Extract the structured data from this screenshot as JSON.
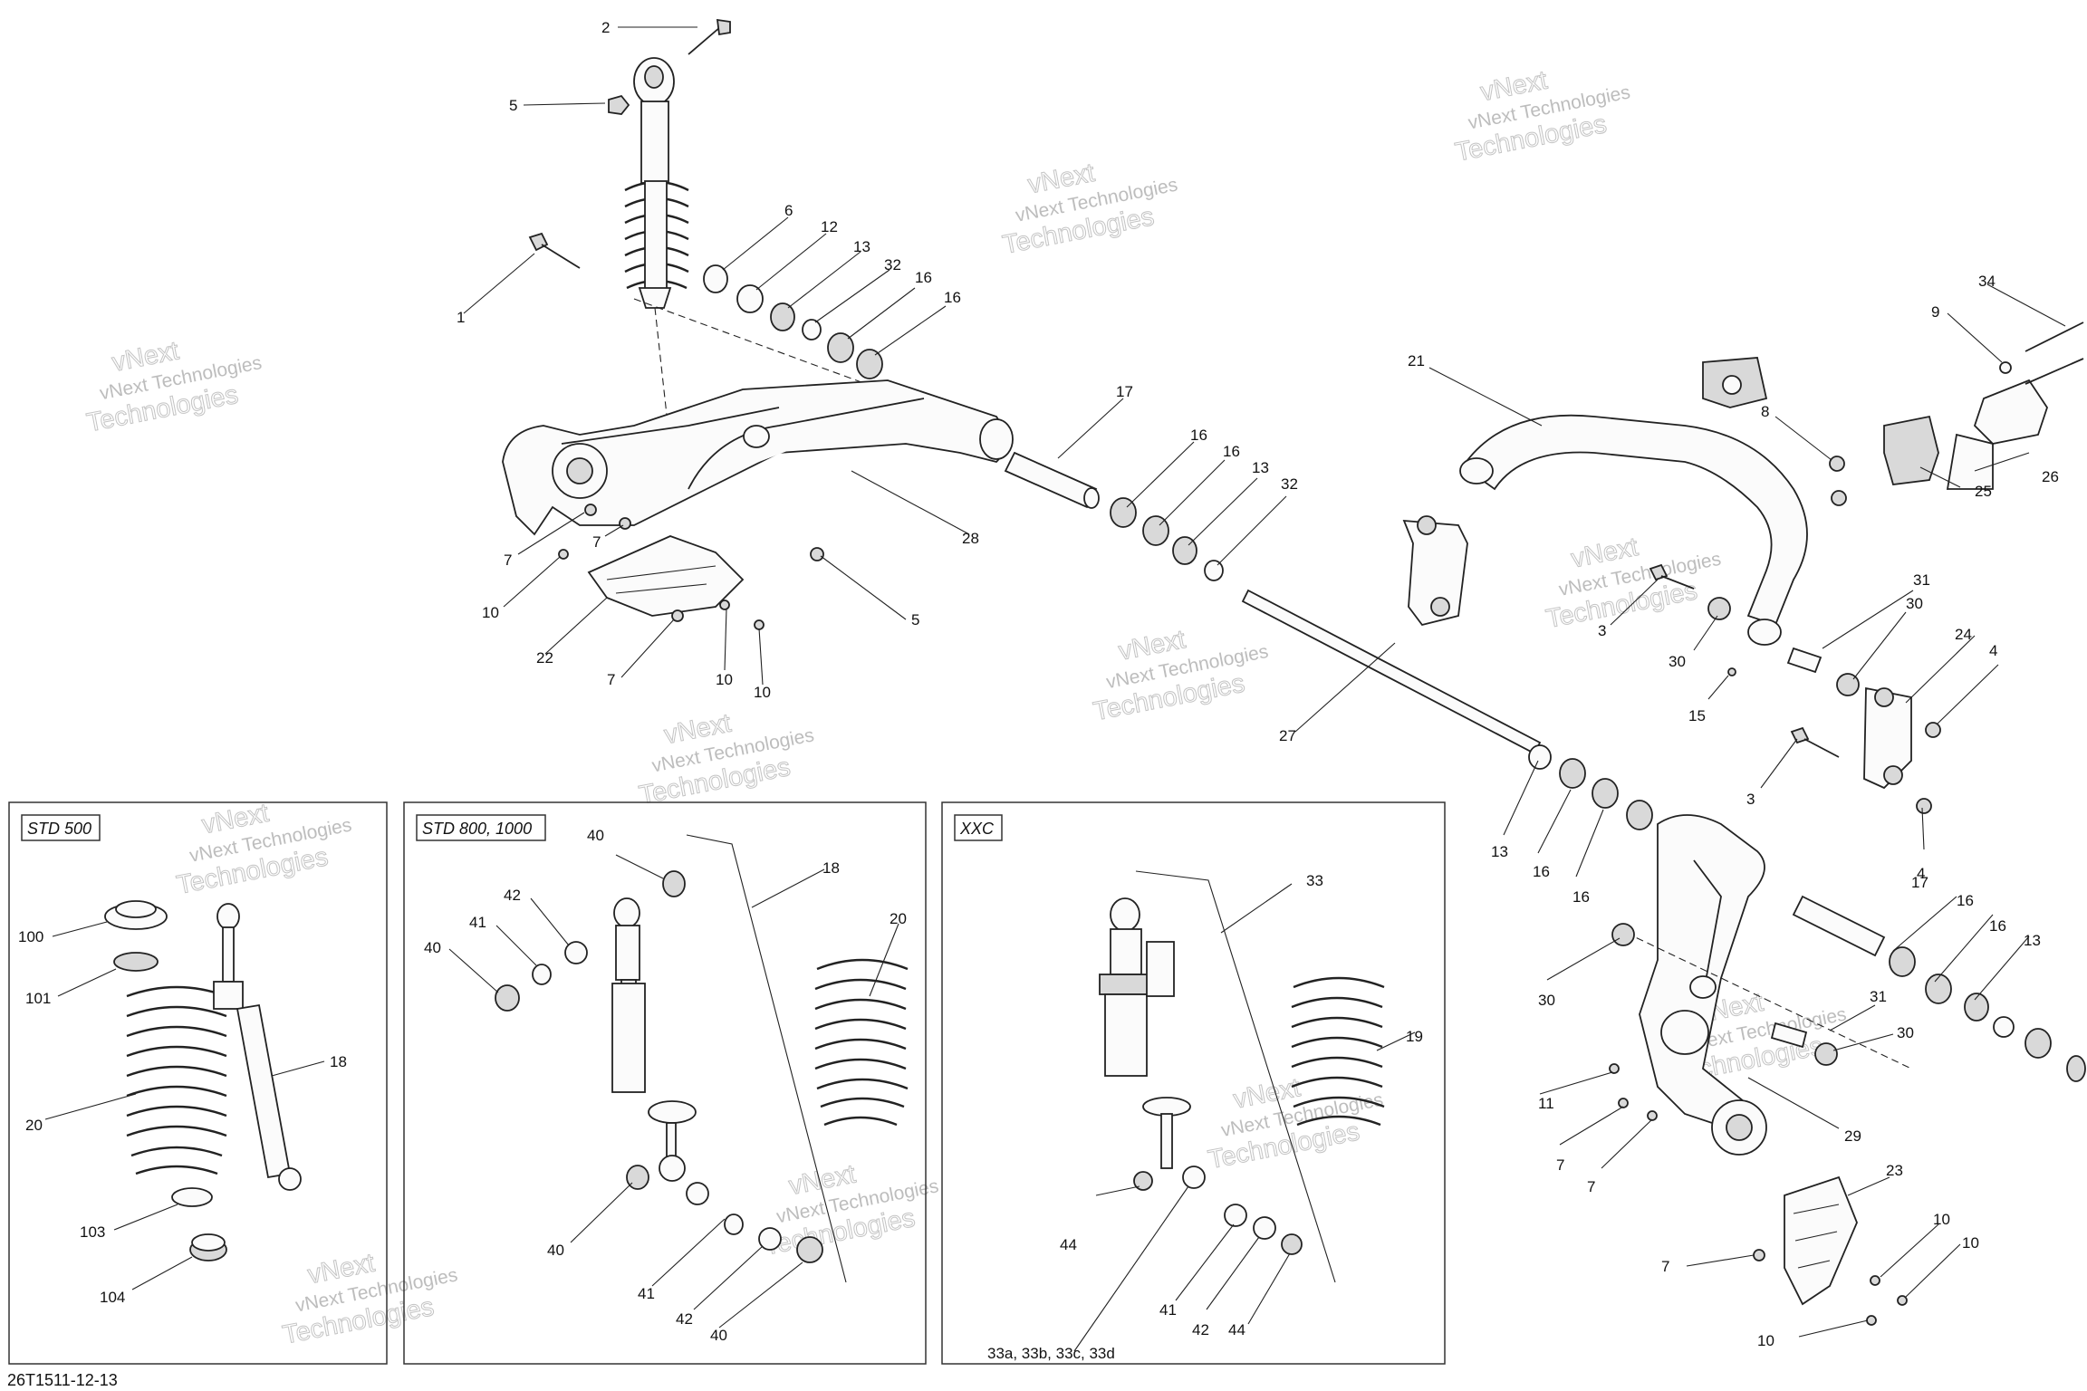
{
  "diagram_code": "26T1511-12-13",
  "watermark": {
    "line1": "vNext Technologies",
    "line2": "vNext",
    "line3": "Technologies"
  },
  "insets": [
    {
      "title": "STD 500"
    },
    {
      "title": "STD 800, 1000"
    },
    {
      "title": "XXC"
    }
  ],
  "callouts": [
    "2",
    "5",
    "6",
    "12",
    "13",
    "32",
    "16",
    "16",
    "1",
    "17",
    "28",
    "7",
    "7",
    "10",
    "22",
    "7",
    "10",
    "10",
    "5",
    "16",
    "16",
    "13",
    "32",
    "27",
    "21",
    "34",
    "9",
    "8",
    "25",
    "26",
    "3",
    "31",
    "30",
    "30",
    "15",
    "24",
    "4",
    "3",
    "13",
    "16",
    "16",
    "4",
    "17",
    "16",
    "16",
    "13",
    "30",
    "31",
    "30",
    "11",
    "7",
    "7",
    "29",
    "23",
    "10",
    "10",
    "7",
    "10",
    "100",
    "101",
    "20",
    "18",
    "103",
    "104",
    "40",
    "42",
    "41",
    "40",
    "18",
    "20",
    "40",
    "41",
    "42",
    "40",
    "33",
    "19",
    "44",
    "33a, 33b, 33c, 33d",
    "41",
    "42",
    "44"
  ]
}
